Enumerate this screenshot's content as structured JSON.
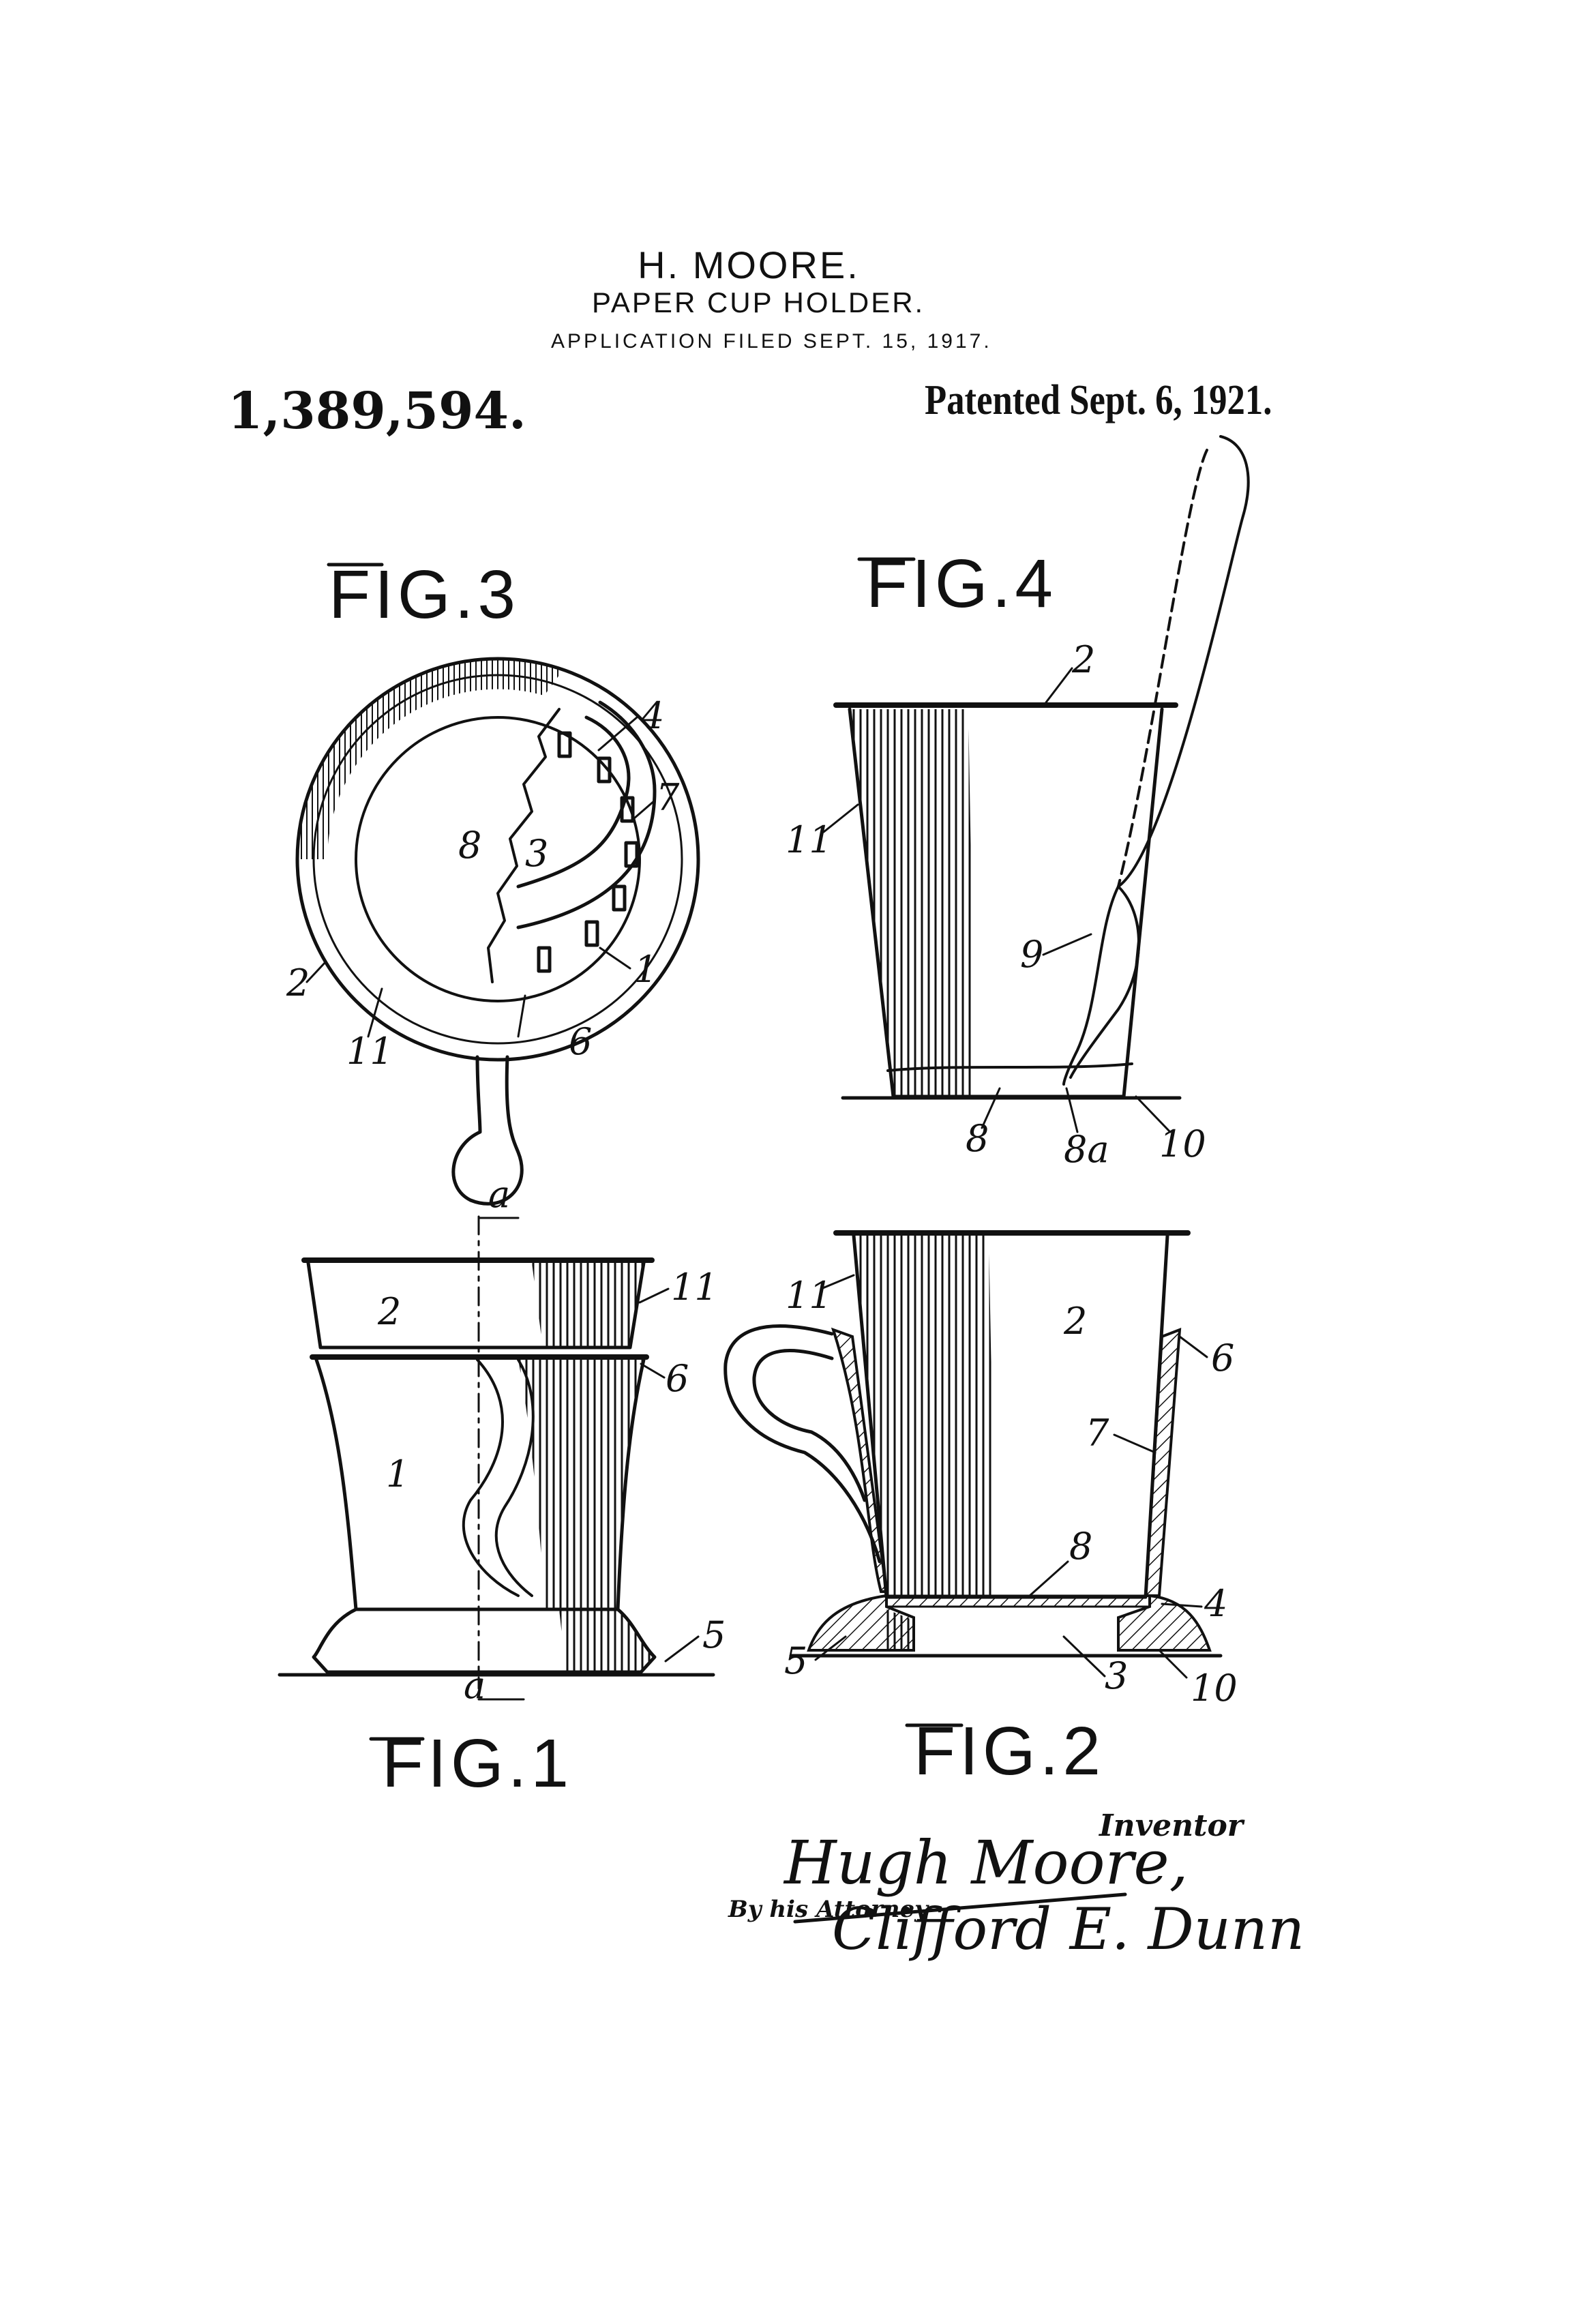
{
  "header": {
    "inventor": "H. MOORE.",
    "title": "PAPER CUP HOLDER.",
    "filed": "APPLICATION FILED SEPT. 15, 1917.",
    "patent_number": "1,389,594.",
    "patented": "Patented Sept. 6, 1921."
  },
  "figures": {
    "fig3": "FIG.3",
    "fig4": "FIG.4",
    "fig1": "FIG.1",
    "fig2": "FIG.2"
  },
  "references": {
    "fig3": [
      "4",
      "7",
      "8",
      "3",
      "2",
      "1",
      "11",
      "6"
    ],
    "fig4": [
      "2",
      "11",
      "9",
      "8",
      "8a",
      "10"
    ],
    "fig1": [
      "a",
      "2",
      "11",
      "6",
      "1",
      "5",
      "a"
    ],
    "fig2": [
      "11",
      "2",
      "6",
      "7",
      "8",
      "4",
      "5",
      "3",
      "10"
    ]
  },
  "signature": {
    "inventor_label": "Inventor",
    "inventor_name": "Hugh Moore,",
    "by_attorney": "By his Attorney",
    "attorney_name": "Clifford E. Dunn"
  }
}
